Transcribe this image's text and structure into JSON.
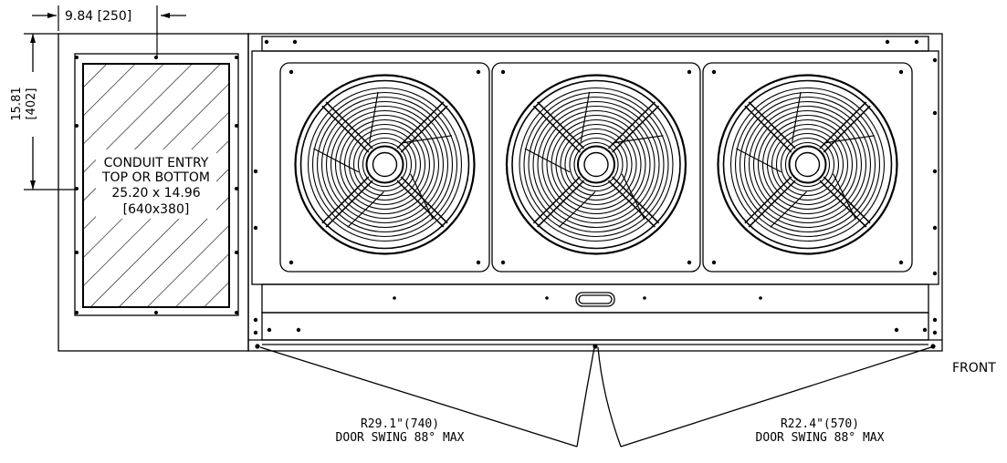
{
  "dimensions": {
    "width_label": "9.84 [250]",
    "height_label_line1": "15.81",
    "height_label_line2": "[402]"
  },
  "conduit": {
    "line1": "CONDUIT ENTRY",
    "line2": "TOP OR BOTTOM",
    "line3": "25.20 x 14.96",
    "line4": "[640x380]"
  },
  "fans": {
    "count": 3,
    "labels": []
  },
  "front_label": "FRONT",
  "door_swing_left": {
    "radius": "R29.1\"(740)",
    "swing": "DOOR SWING 88° MAX"
  },
  "door_swing_right": {
    "radius": "R22.4\"(570)",
    "swing": "DOOR SWING 88° MAX"
  },
  "colors": {
    "line": "#000000",
    "background": "#ffffff"
  }
}
